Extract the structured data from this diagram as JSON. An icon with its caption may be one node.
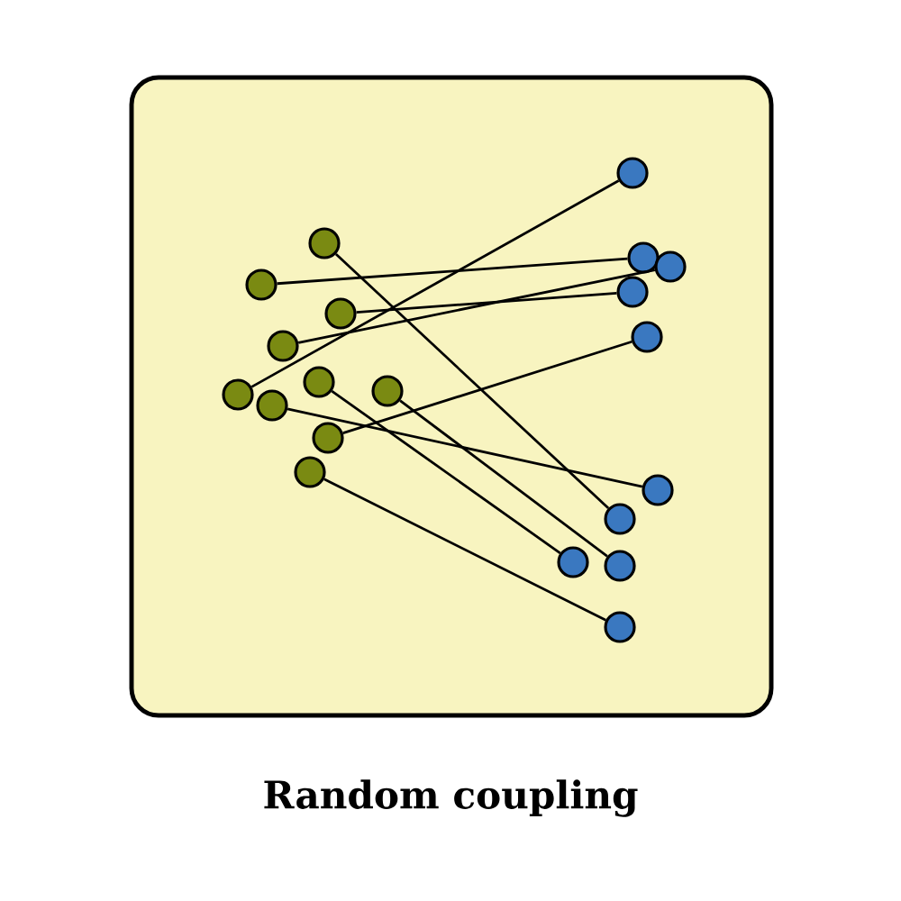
{
  "diagram": {
    "caption": "Random coupling",
    "nodes": [
      {
        "text": [],
        "shape": "circle"
      },
      {
        "text": [],
        "shape": "circle"
      },
      {
        "text": [],
        "shape": "circle"
      },
      {
        "text": [],
        "shape": "circle"
      },
      {
        "text": [],
        "shape": "circle"
      },
      {
        "text": [],
        "shape": "circle"
      },
      {
        "text": [],
        "shape": "circle"
      },
      {
        "text": [],
        "shape": "circle"
      },
      {
        "text": [],
        "shape": "circle"
      },
      {
        "text": [],
        "shape": "circle"
      },
      {
        "text": [],
        "shape": "circle"
      },
      {
        "text": [],
        "shape": "circle"
      },
      {
        "text": [],
        "shape": "circle"
      },
      {
        "text": [],
        "shape": "circle"
      },
      {
        "text": [],
        "shape": "circle"
      },
      {
        "text": [],
        "shape": "circle"
      },
      {
        "text": [],
        "shape": "circle"
      },
      {
        "text": [],
        "shape": "circle"
      },
      {
        "text": [],
        "shape": "circle"
      },
      {
        "text": [],
        "shape": "circle"
      }
    ],
    "edges": [
      {
        "from": 4,
        "to": 10,
        "arrow": "none"
      },
      {
        "from": 1,
        "to": 11,
        "arrow": "none"
      },
      {
        "from": 3,
        "to": 12,
        "arrow": "none"
      },
      {
        "from": 2,
        "to": 13,
        "arrow": "none"
      },
      {
        "from": 8,
        "to": 14,
        "arrow": "none"
      },
      {
        "from": 7,
        "to": 15,
        "arrow": "none"
      },
      {
        "from": 0,
        "to": 16,
        "arrow": "none"
      },
      {
        "from": 5,
        "to": 17,
        "arrow": "none"
      },
      {
        "from": 6,
        "to": 18,
        "arrow": "none"
      },
      {
        "from": 9,
        "to": 19,
        "arrow": "none"
      }
    ]
  }
}
